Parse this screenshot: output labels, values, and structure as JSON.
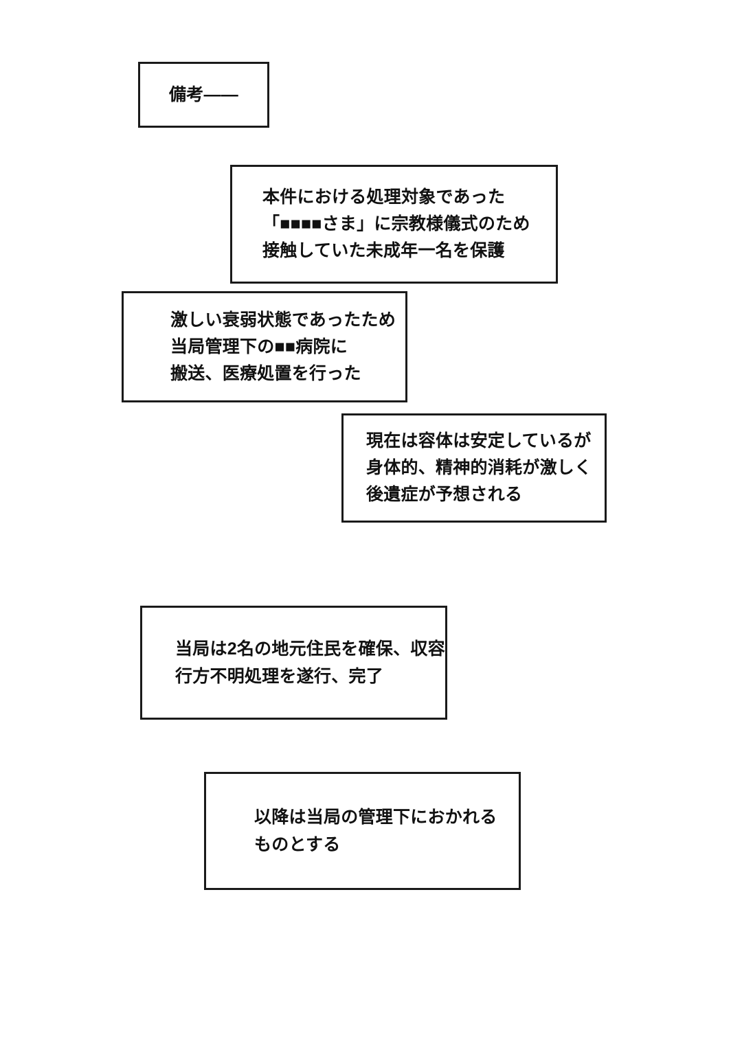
{
  "page": {
    "background_color": "#ffffff",
    "text_color": "#111111",
    "border_color": "#1a1a1a"
  },
  "boxes": [
    {
      "id": "remarks-heading",
      "text": "備考——"
    },
    {
      "id": "statement-1",
      "text": "本件における処理対象であった\n「■■■■さま」に宗教様儀式のため\n接触していた未成年一名を保護"
    },
    {
      "id": "statement-2",
      "text": "激しい衰弱状態であったため\n当局管理下の■■病院に\n搬送、医療処置を行った"
    },
    {
      "id": "statement-3",
      "text": "現在は容体は安定しているが\n身体的、精神的消耗が激しく\n後遺症が予想される"
    },
    {
      "id": "statement-4",
      "text": "当局は2名の地元住民を確保、収容\n行方不明処理を遂行、完了"
    },
    {
      "id": "statement-5",
      "text": "以降は当局の管理下におかれる\nものとする"
    }
  ]
}
